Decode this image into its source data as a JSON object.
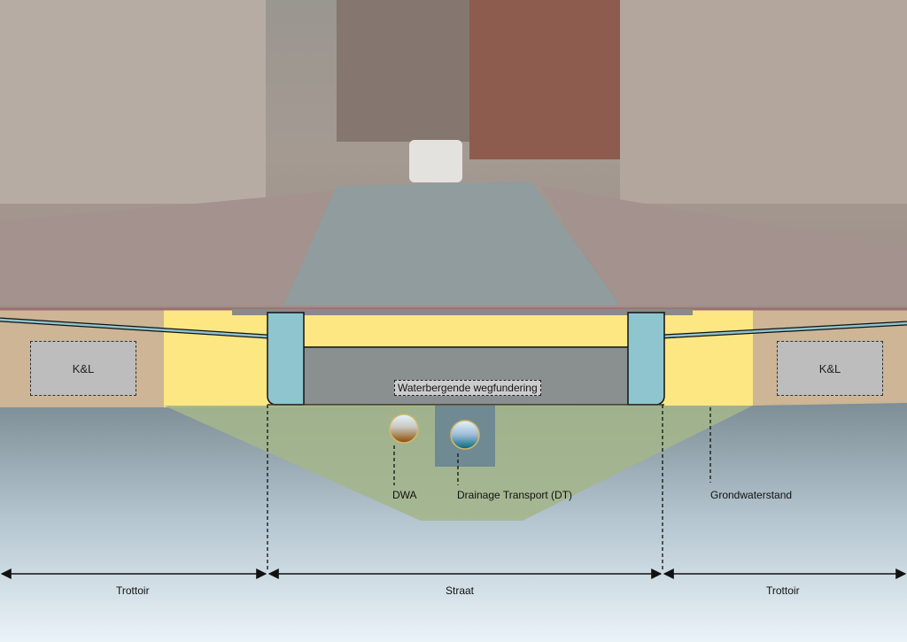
{
  "labels": {
    "kl_left": "K&L",
    "kl_right": "K&L",
    "foundation": "Waterbergende wegfundering",
    "dwa": "DWA",
    "dt": "Drainage Transport (DT)",
    "groundwater": "Grondwaterstand",
    "trottoir_left": "Trottoir",
    "straat": "Straat",
    "trottoir_right": "Trottoir"
  },
  "colors": {
    "sand": "#cdb595",
    "yellow": "#fde783",
    "kerb": "#8ec5cf",
    "foundation": "#8a9090",
    "green_zone": "#a3b68c"
  }
}
